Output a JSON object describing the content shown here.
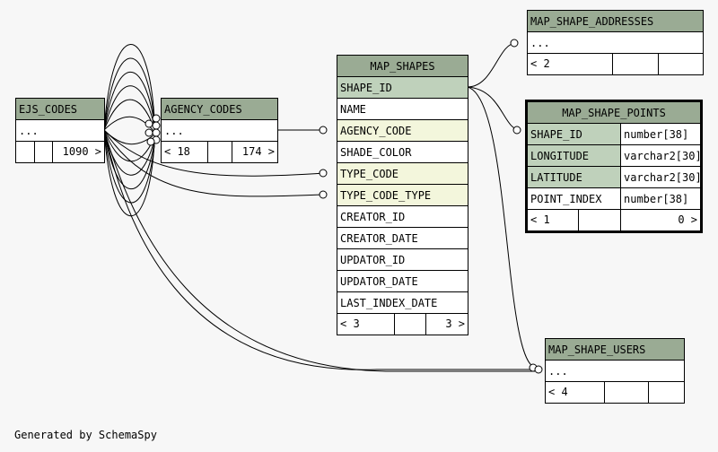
{
  "tables": {
    "ejs_codes": {
      "name": "EJS_CODES",
      "row": "...",
      "footer": [
        "",
        "",
        "1090 >"
      ]
    },
    "agency_codes": {
      "name": "AGENCY_CODES",
      "row": "...",
      "footer": [
        "< 18",
        "",
        "174 >"
      ]
    },
    "map_shapes": {
      "name": "MAP_SHAPES",
      "columns": [
        "SHAPE_ID",
        "NAME",
        "AGENCY_CODE",
        "SHADE_COLOR",
        "TYPE_CODE",
        "TYPE_CODE_TYPE",
        "CREATOR_ID",
        "CREATOR_DATE",
        "UPDATOR_ID",
        "UPDATOR_DATE",
        "LAST_INDEX_DATE"
      ],
      "footer": [
        "< 3",
        "",
        "3 >"
      ]
    },
    "map_shape_addresses": {
      "name": "MAP_SHAPE_ADDRESSES",
      "row": "...",
      "footer": [
        "< 2",
        "",
        ""
      ]
    },
    "map_shape_points": {
      "name": "MAP_SHAPE_POINTS",
      "columns": [
        {
          "name": "SHAPE_ID",
          "type": "number[38]"
        },
        {
          "name": "LONGITUDE",
          "type": "varchar2[30]"
        },
        {
          "name": "LATITUDE",
          "type": "varchar2[30]"
        },
        {
          "name": "POINT_INDEX",
          "type": "number[38]"
        }
      ],
      "footer": [
        "< 1",
        "",
        "0 >"
      ]
    },
    "map_shape_users": {
      "name": "MAP_SHAPE_USERS",
      "row": "...",
      "footer": [
        "< 4",
        "",
        ""
      ]
    }
  },
  "generated_by": "Generated by SchemaSpy",
  "colors": {
    "header": "#9aab94",
    "primary_key": "#bfd1bb",
    "foreign_key": "#f3f6dc",
    "background": "#f7f7f7"
  }
}
